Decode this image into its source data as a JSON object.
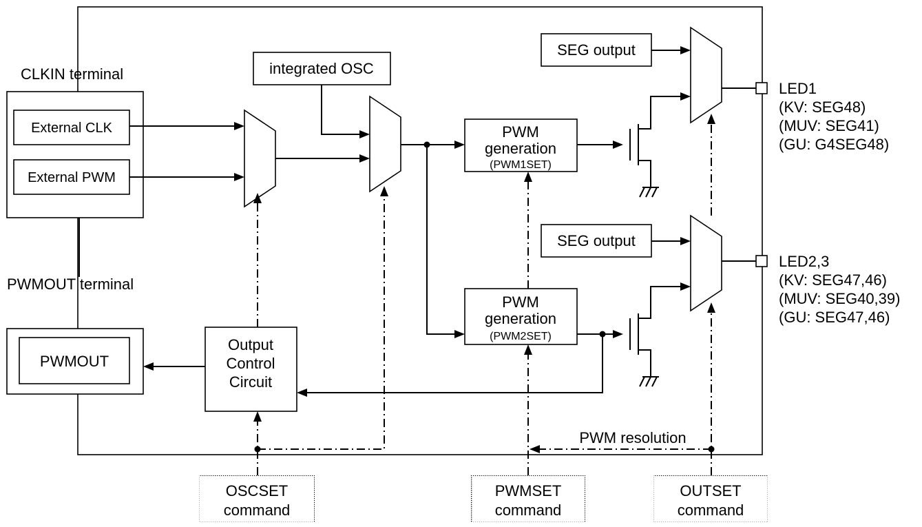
{
  "terminals": {
    "clkin": "CLKIN terminal",
    "pwmout": "PWMOUT terminal"
  },
  "blocks": {
    "external_clk": "External CLK",
    "external_pwm": "External PWM",
    "integrated_osc": "integrated OSC",
    "pwmout": "PWMOUT",
    "output_control": [
      "Output",
      "Control",
      "Circuit"
    ],
    "pwm_gen1": [
      "PWM",
      "generation",
      "(PWM1SET)"
    ],
    "pwm_gen2": [
      "PWM",
      "generation",
      "(PWM2SET)"
    ],
    "seg_output_1": "SEG output",
    "seg_output_2": "SEG output"
  },
  "led_labels": {
    "led1": [
      "LED1",
      "(KV: SEG48)",
      "(MUV: SEG41)",
      "(GU: G4SEG48)"
    ],
    "led23": [
      "LED2,3",
      "(KV: SEG47,46)",
      "(MUV: SEG40,39)",
      "(GU: SEG47,46)"
    ]
  },
  "signals": {
    "pwm_resolution": "PWM resolution"
  },
  "commands": {
    "oscset": [
      "OSCSET",
      "command"
    ],
    "pwmset": [
      "PWMSET",
      "command"
    ],
    "outset": [
      "OUTSET",
      "command"
    ]
  }
}
